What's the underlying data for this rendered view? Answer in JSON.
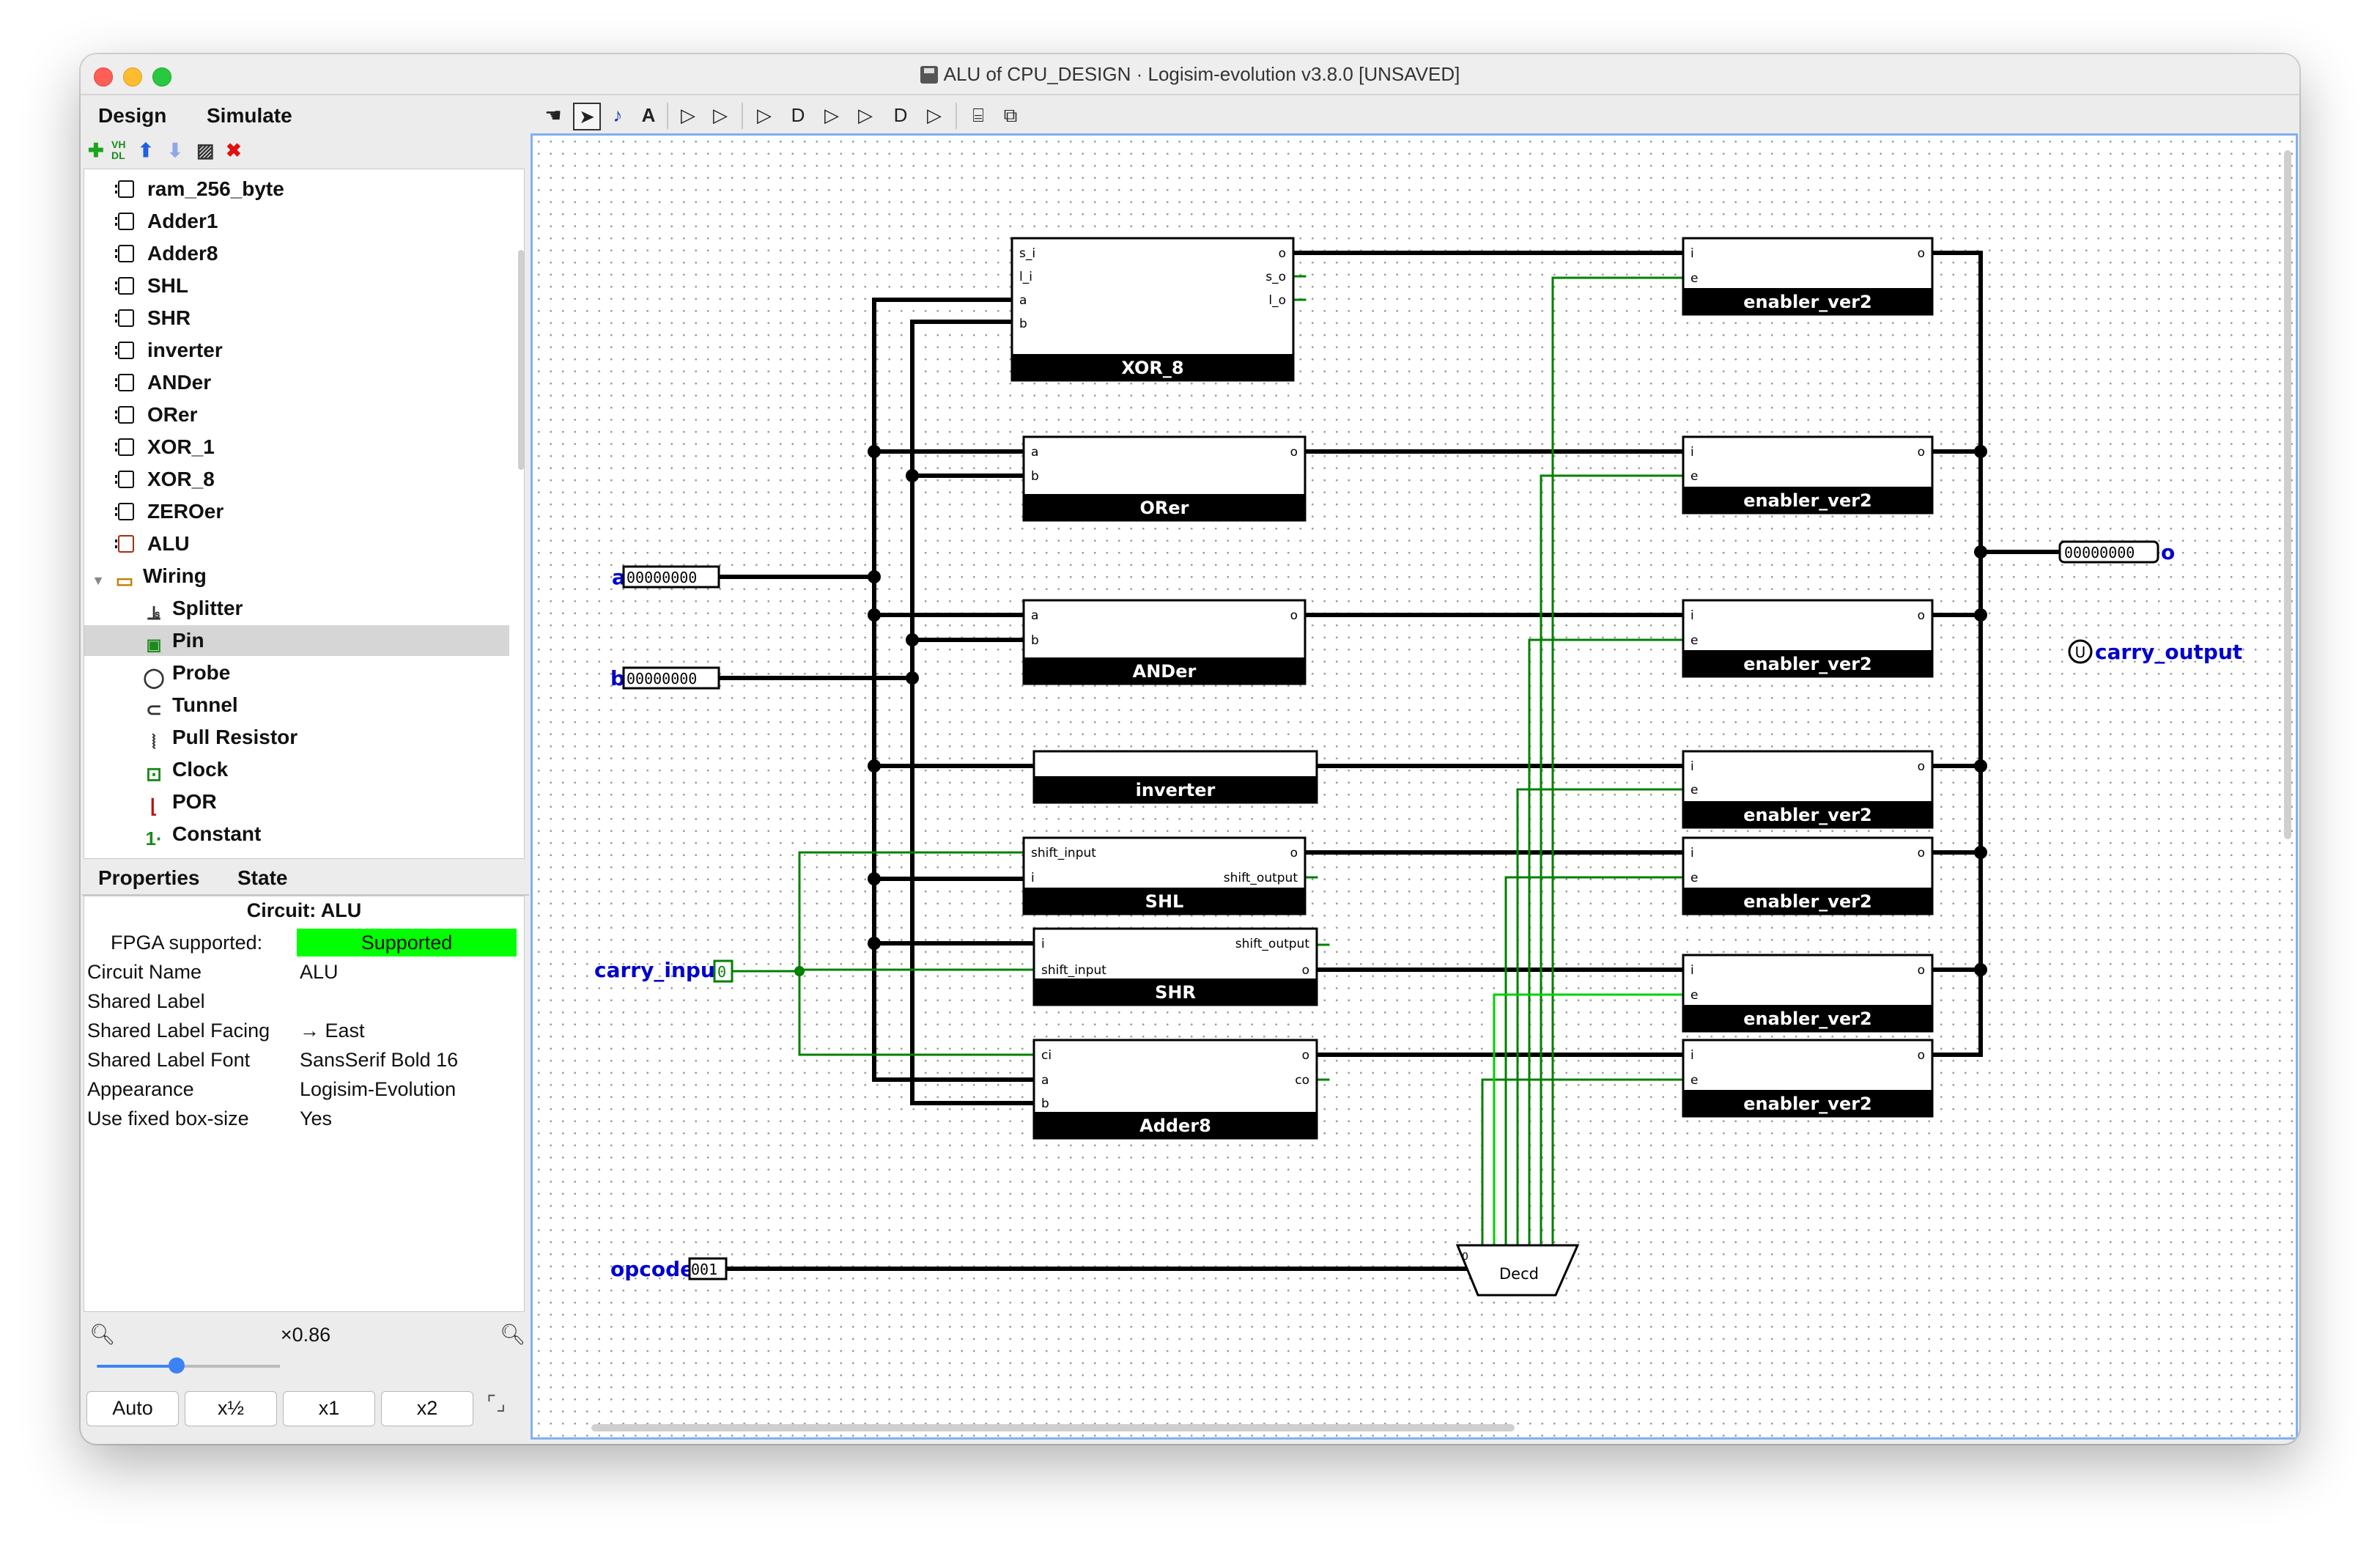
{
  "window": {
    "title": "ALU of CPU_DESIGN · Logisim-evolution v3.8.0 [UNSAVED]"
  },
  "menu": {
    "design": "Design",
    "simulate": "Simulate"
  },
  "tree_tools": {
    "vhdl": "VH\nDL"
  },
  "tree": {
    "components": [
      "ram_256_byte",
      "Adder1",
      "Adder8",
      "SHL",
      "SHR",
      "inverter",
      "ANDer",
      "ORer",
      "XOR_1",
      "XOR_8",
      "ZEROer",
      "ALU"
    ],
    "wiring_folder": "Wiring",
    "wiring_items": [
      "Splitter",
      "Pin",
      "Probe",
      "Tunnel",
      "Pull Resistor",
      "Clock",
      "POR",
      "Constant"
    ],
    "selected": "Pin"
  },
  "properties": {
    "tab_properties": "Properties",
    "tab_state": "State",
    "circuit_title": "Circuit: ALU",
    "rows": [
      {
        "key": "FPGA supported:",
        "value": "Supported"
      },
      {
        "key": "Circuit Name",
        "value": "ALU"
      },
      {
        "key": "Shared Label",
        "value": ""
      },
      {
        "key": "Shared Label Facing",
        "value": "→ East"
      },
      {
        "key": "Shared Label Font",
        "value": "SansSerif Bold 16"
      },
      {
        "key": "Appearance",
        "value": "Logisim-Evolution"
      },
      {
        "key": "Use fixed box-size",
        "value": "Yes"
      }
    ]
  },
  "zoom": {
    "label": "×0.86",
    "level": 0.86,
    "buttons": [
      "Auto",
      "x½",
      "x1",
      "x2"
    ]
  },
  "colors": {
    "wire_black": "#000000",
    "wire_green_dark": "#008000",
    "wire_green_light": "#00d000",
    "pin_label_blue": "#0000cc",
    "fpga_supported": "#00ff00",
    "selection_blue": "#7fb1ef"
  },
  "circuit": {
    "pins": {
      "a": {
        "label": "a",
        "value": "00000000"
      },
      "b": {
        "label": "b",
        "value": "00000000"
      },
      "carry_input": {
        "label": "carry_input",
        "value": "0"
      },
      "opcode": {
        "label": "opcode",
        "value": "001"
      },
      "o": {
        "label": "o",
        "value": "00000000"
      },
      "carry_output": {
        "label": "carry_output",
        "value": "U"
      }
    },
    "blocks": {
      "xor8": {
        "name": "XOR_8",
        "ports": [
          "s_i",
          "l_i",
          "a",
          "b",
          "o",
          "s_o",
          "l_o"
        ]
      },
      "orer": {
        "name": "ORer",
        "ports": [
          "a",
          "b",
          "o"
        ]
      },
      "ander": {
        "name": "ANDer",
        "ports": [
          "a",
          "b",
          "o"
        ]
      },
      "inverter": {
        "name": "inverter"
      },
      "shl": {
        "name": "SHL",
        "ports": [
          "shift_input",
          "i",
          "o",
          "shift_output"
        ]
      },
      "shr": {
        "name": "SHR",
        "ports": [
          "i",
          "shift_input",
          "shift_output",
          "o"
        ]
      },
      "adder8": {
        "name": "Adder8",
        "ports": [
          "ci",
          "a",
          "b",
          "o",
          "co"
        ]
      },
      "enabler": {
        "name": "enabler_ver2",
        "ports": [
          "i",
          "e",
          "o"
        ]
      },
      "decoder": {
        "name": "Decd",
        "port": "0"
      }
    }
  }
}
